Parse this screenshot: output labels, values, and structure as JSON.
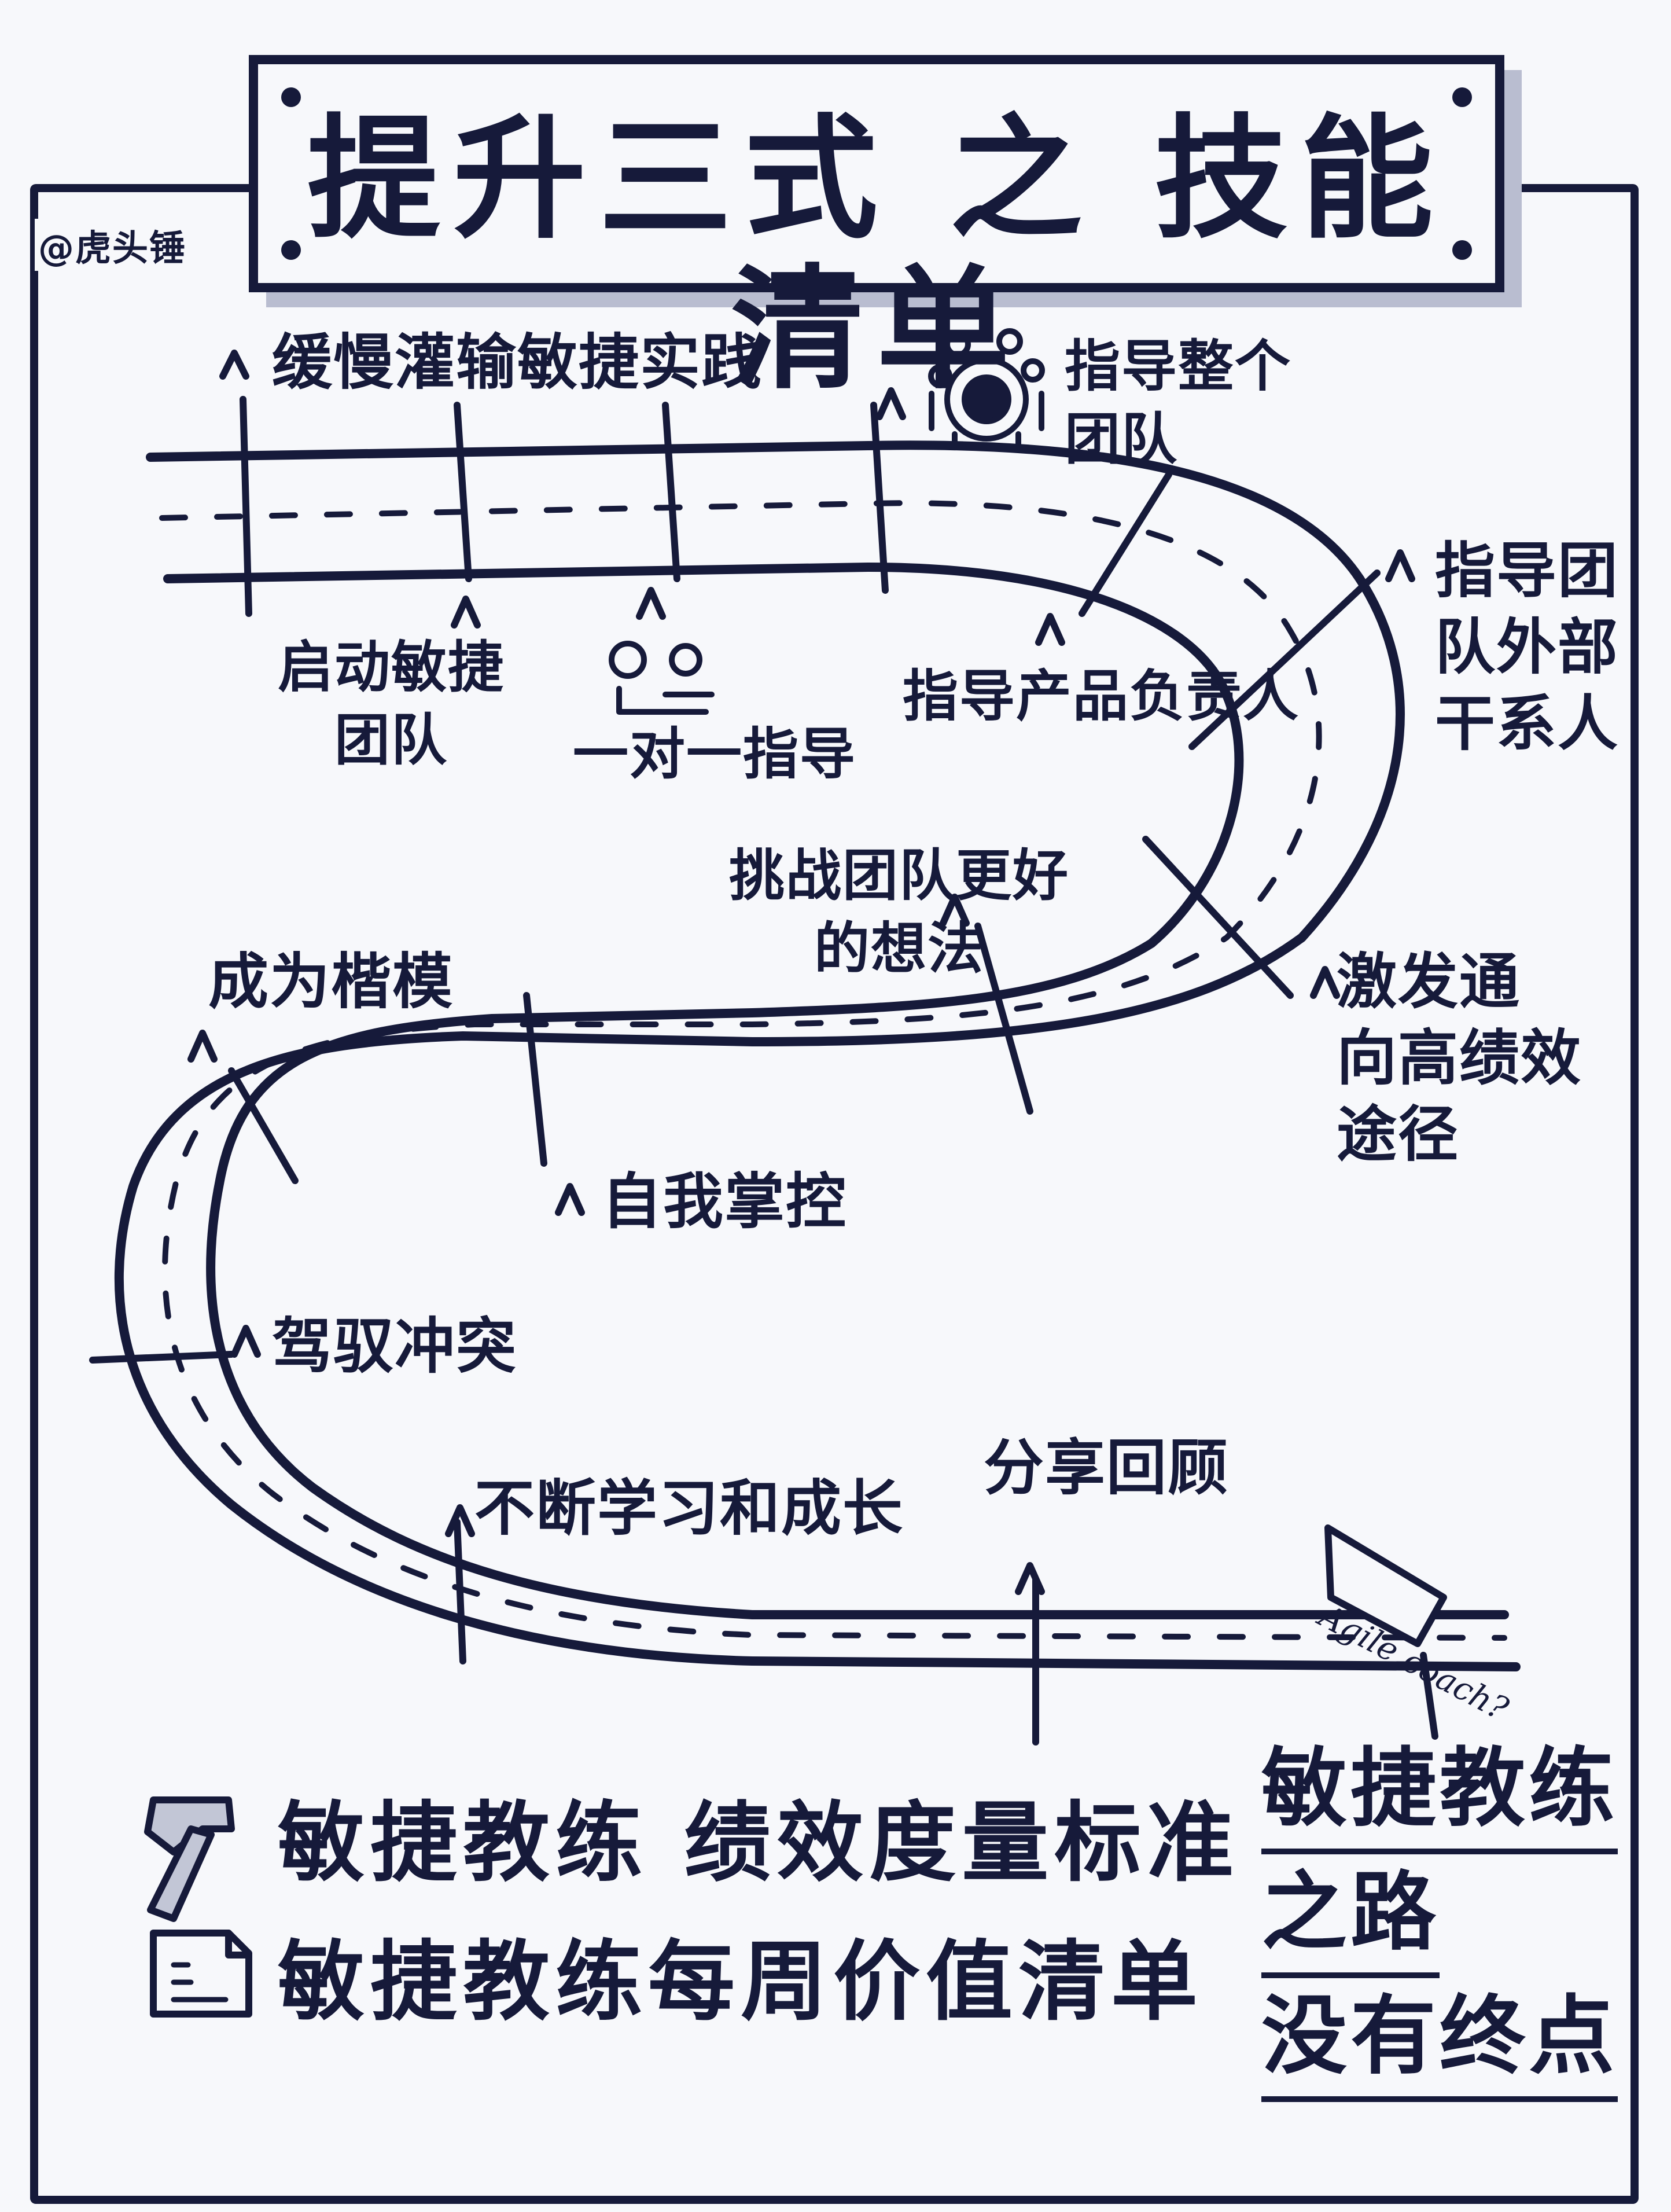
{
  "watermark": "@虎头锤",
  "title": "提升三式 之 技能清单",
  "milestones": [
    {
      "id": "m1",
      "label": "缓慢灌输敏捷实践"
    },
    {
      "id": "m2",
      "label": "启动敏捷\n团队"
    },
    {
      "id": "m3",
      "label": "一对一指导"
    },
    {
      "id": "m4",
      "label": "指导整个\n团队"
    },
    {
      "id": "m5",
      "label": "指导产品负责人"
    },
    {
      "id": "m6",
      "label": "指导团\n队外部\n干系人"
    },
    {
      "id": "m7",
      "label": "挑战团队更好\n的想法"
    },
    {
      "id": "m8",
      "label": "成为楷模"
    },
    {
      "id": "m9",
      "label": "激发通\n向高绩效\n途径"
    },
    {
      "id": "m10",
      "label": "自我掌控"
    },
    {
      "id": "m11",
      "label": "驾驭冲突"
    },
    {
      "id": "m12",
      "label": "不断学习和成长"
    },
    {
      "id": "m13",
      "label": "分享回顾"
    }
  ],
  "signpost": "Agile coach?",
  "footer": {
    "item1": {
      "icon": "hammer-icon",
      "text": "敏捷教练 绩效度量标准"
    },
    "item2": {
      "icon": "document-icon",
      "text": "敏捷教练每周价值清单"
    }
  },
  "ending": [
    "敏捷教练",
    "之路",
    "没有终点"
  ],
  "colors": {
    "ink": "#161a3a",
    "paper": "#f7f8fb",
    "shadow": "#b9bdd0"
  }
}
